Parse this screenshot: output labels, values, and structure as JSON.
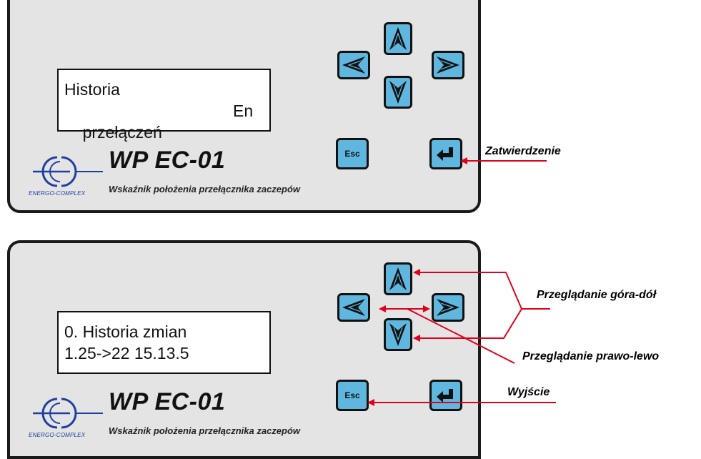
{
  "top_panel": {
    "lcd_line1": "Historia",
    "lcd_line2": "przełączeń",
    "lcd_lang": "En",
    "model": "WP EC-01",
    "subtitle": "Wskaźnik położenia przełącznika zaczepów",
    "logo_text": "ENERGO-COMPLEX",
    "esc_label": "Esc"
  },
  "bottom_panel": {
    "lcd_line1": "0. Historia zmian",
    "lcd_line2": "1.25->22 15.13.5",
    "model": "WP EC-01",
    "subtitle": "Wskaźnik położenia przełącznika zaczepów",
    "logo_text": "ENERGO-COMPLEX",
    "esc_label": "Esc"
  },
  "annotations": {
    "confirm": "Zatwierdzenie",
    "browse_up_down": "Przeglądanie góra-dół",
    "browse_left_right": "Przeglądanie prawo-lewo",
    "exit": "Wyjście"
  },
  "colors": {
    "button_fill": "#5fb7e0",
    "panel_fill": "#e4e4e4",
    "arrow_line": "#e0001b",
    "logo_blue": "#1f3fa0"
  },
  "icons": [
    "arrow-up-icon",
    "arrow-down-icon",
    "arrow-left-icon",
    "arrow-right-icon",
    "enter-icon",
    "energo-complex-logo"
  ]
}
